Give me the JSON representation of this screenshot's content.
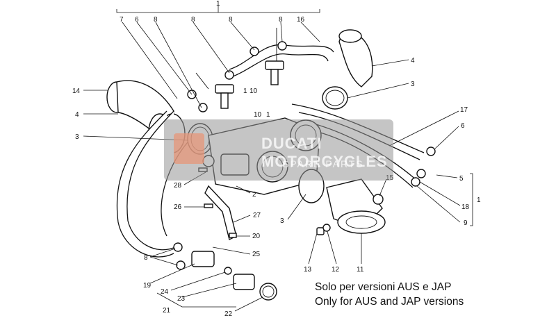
{
  "diagram": {
    "callouts": {
      "c1_top": "1",
      "c7": "7",
      "c6_top": "6",
      "c8_a": "8",
      "c8_b": "8",
      "c8_c": "8",
      "c8_d": "8",
      "c16": "16",
      "c14": "14",
      "c4_left": "4",
      "c3_left": "3",
      "c4_right": "4",
      "c3_right": "3",
      "c1_mid": "1",
      "c10_a": "10",
      "c10_b": "10",
      "c1_mid2": "1",
      "c17": "17",
      "c6_right": "6",
      "c5": "5",
      "c1_right": "1",
      "c18": "18",
      "c9": "9",
      "c15": "15",
      "c28": "28",
      "c2": "2",
      "c26": "26",
      "c27": "27",
      "c3_bottom": "3",
      "c20": "20",
      "c25": "25",
      "c8_bottom": "8",
      "c19": "19",
      "c24": "24",
      "c23": "23",
      "c21": "21",
      "c22": "22",
      "c13": "13",
      "c12": "12",
      "c11": "11"
    },
    "note_italian": "Solo per versioni AUS e JAP",
    "note_english": "Only for AUS and JAP versions"
  },
  "watermark": {
    "brand": "DUCATI MOTORCYCLES",
    "sub": "SPARE PARTS"
  }
}
